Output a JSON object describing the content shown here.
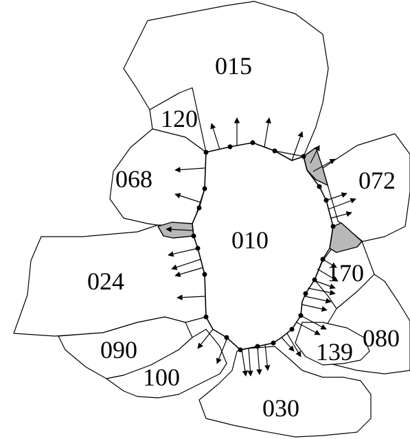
{
  "regions": [
    {
      "id": "r015",
      "label": "015"
    },
    {
      "id": "r120",
      "label": "120"
    },
    {
      "id": "r068",
      "label": "068"
    },
    {
      "id": "r072",
      "label": "072"
    },
    {
      "id": "r010",
      "label": "010"
    },
    {
      "id": "r024",
      "label": "024"
    },
    {
      "id": "r170",
      "label": "170"
    },
    {
      "id": "r080",
      "label": "080"
    },
    {
      "id": "r090",
      "label": "090"
    },
    {
      "id": "r139",
      "label": "139"
    },
    {
      "id": "r100",
      "label": "100"
    },
    {
      "id": "r030",
      "label": "030"
    }
  ],
  "colors": {
    "line": "#000000",
    "background": "#ffffff",
    "shaded_gap": "#b8b8b8"
  }
}
